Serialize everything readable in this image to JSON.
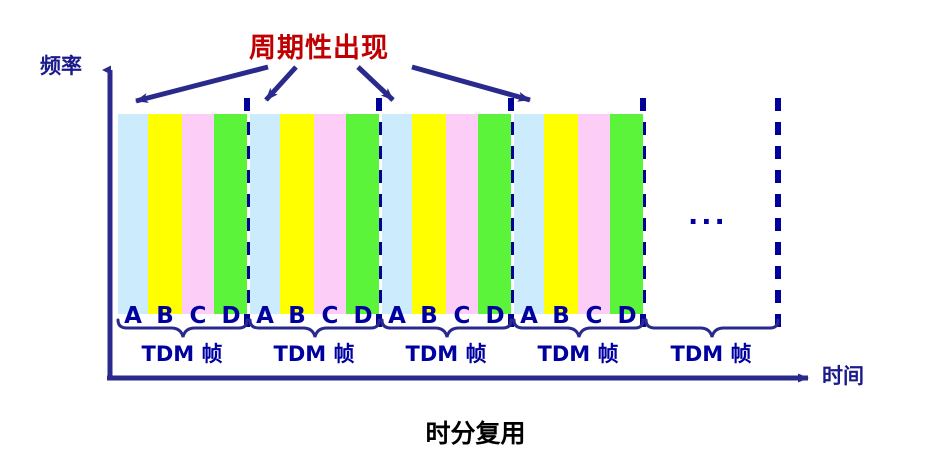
{
  "caption": "时分复用",
  "axes": {
    "y_label": "频率",
    "x_label": "时间"
  },
  "annotation": {
    "periodic_title": "周期性出现"
  },
  "colors": {
    "slot_a": "#CCEBFC",
    "slot_b": "#FFFF00",
    "slot_c": "#FCCDF7",
    "slot_d": "#5CF43A",
    "line": "#2A2A8C",
    "text": "#0000A0",
    "accent_red": "#C00000",
    "caption_black": "#000000"
  },
  "band": {
    "slot_labels": [
      "A",
      "B",
      "C",
      "D"
    ],
    "frames": [
      {
        "label": "TDM 帧",
        "slots": [
          "A",
          "B",
          "C",
          "D"
        ]
      },
      {
        "label": "TDM 帧",
        "slots": [
          "A",
          "B",
          "C",
          "D"
        ]
      },
      {
        "label": "TDM 帧",
        "slots": [
          "A",
          "B",
          "C",
          "D"
        ]
      },
      {
        "label": "TDM 帧",
        "slots": [
          "A",
          "B",
          "C",
          "D"
        ]
      },
      {
        "label": "TDM 帧",
        "slots": []
      }
    ],
    "continuation": "..."
  },
  "letters": {
    "f1": [
      "A",
      "B",
      "C",
      "D"
    ],
    "f2": [
      "A",
      "B",
      "C",
      "D"
    ],
    "f3": [
      "A",
      "B",
      "C",
      "D"
    ],
    "f4": [
      "A",
      "B",
      "C",
      "D"
    ]
  },
  "frame_labels": {
    "l1": "TDM 帧",
    "l2": "TDM 帧",
    "l3": "TDM 帧",
    "l4": "TDM 帧",
    "l5": "TDM 帧"
  }
}
